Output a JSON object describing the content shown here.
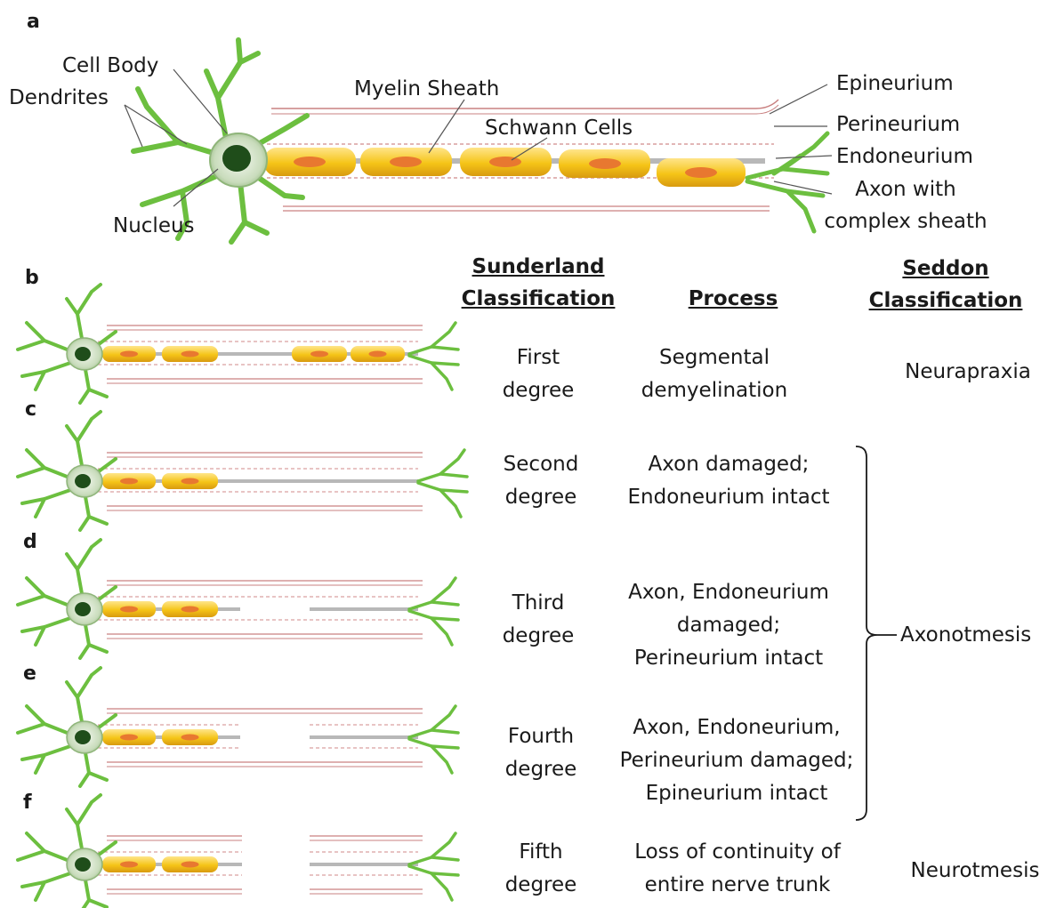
{
  "panel_letters": [
    "a",
    "b",
    "c",
    "d",
    "e",
    "f"
  ],
  "neuron_labels": {
    "cell_body": "Cell Body",
    "dendrites": "Dendrites",
    "nucleus": "Nucleus",
    "myelin_sheath": "Myelin Sheath",
    "schwann_cells": "Schwann Cells",
    "epineurium": "Epineurium",
    "perineurium": "Perineurium",
    "endoneurium": "Endoneurium",
    "axon_line1": "Axon with",
    "axon_line2": "complex sheath"
  },
  "headers": {
    "sunderland_line1": "Sunderland",
    "sunderland_line2": "Classification",
    "process": "Process",
    "seddon_line1": "Seddon",
    "seddon_line2": "Classification"
  },
  "rows": [
    {
      "letter": "b",
      "degree": [
        "First",
        "degree"
      ],
      "process": [
        "Segmental",
        "demyelination"
      ],
      "seddon": "Neurapraxia"
    },
    {
      "letter": "c",
      "degree": [
        "Second",
        "degree"
      ],
      "process": [
        "Axon damaged;",
        "Endoneurium intact"
      ]
    },
    {
      "letter": "d",
      "degree": [
        "Third",
        "degree"
      ],
      "process": [
        "Axon, Endoneurium",
        "damaged;",
        "Perineurium intact"
      ]
    },
    {
      "letter": "e",
      "degree": [
        "Fourth",
        "degree"
      ],
      "process": [
        "Axon, Endoneurium,",
        "Perineurium damaged;",
        "Epineurium intact"
      ]
    },
    {
      "letter": "f",
      "degree": [
        "Fifth",
        "degree"
      ],
      "process": [
        "Loss of continuity of",
        "entire nerve trunk"
      ],
      "seddon": "Neurotmesis"
    }
  ],
  "bracket_label": "Axonotmesis",
  "colors": {
    "dendrite": "#6cbf3f",
    "soma": "#d9ead0",
    "nucleus": "#1f4d1a",
    "myelin": "#f2c21a",
    "myelin_core": "#e87830",
    "sheath_line": "#c98080",
    "axon": "#b8b8b8"
  }
}
